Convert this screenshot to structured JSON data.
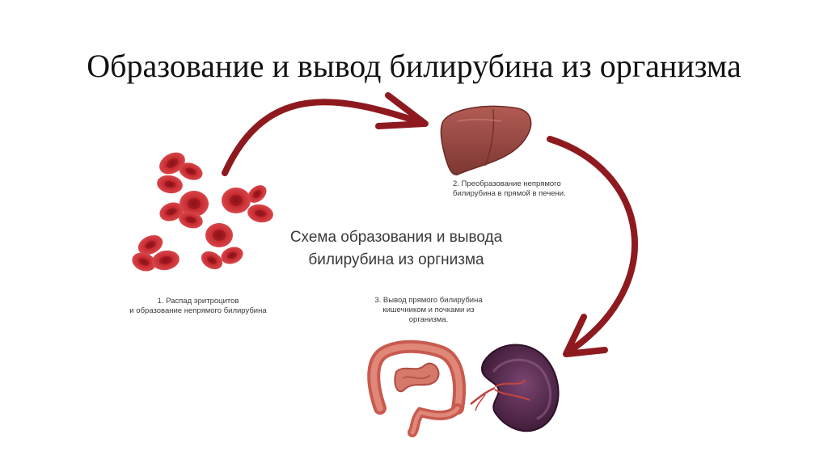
{
  "slide": {
    "title": "Образование и вывод билирубина из организма"
  },
  "diagram": {
    "center_caption_line1": "Схема образования и вывода",
    "center_caption_line2": "билирубина из оргнизма",
    "step1": {
      "line1": "1. Распад эритроцитов",
      "line2": "и образование непрямого билирубина"
    },
    "step2": {
      "line1": "2. Преобразование непрямого",
      "line2": "билирубина в прямой в печени."
    },
    "step3": {
      "line1": "3. Вывод прямого билирубина",
      "line2": "кишечником и почками из",
      "line3": "организма."
    },
    "colors": {
      "arrow": "#8e1a1f",
      "erythrocyte": "#c8262c",
      "liver": "#9a4a44",
      "intestine": "#d9776a",
      "kidney": "#5c2a4f"
    },
    "icons": [
      "erythrocyte-icon",
      "liver-icon",
      "intestine-icon",
      "kidney-icon"
    ]
  }
}
